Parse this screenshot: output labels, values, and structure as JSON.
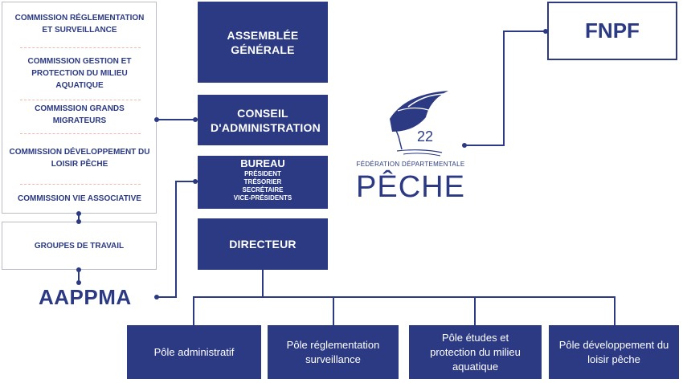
{
  "commissions": [
    "COMMISSION RÉGLEMENTATION ET SURVEILLANCE",
    "COMMISSION GESTION ET PROTECTION DU MILIEU AQUATIQUE",
    "COMMISSION GRANDS MIGRATEURS",
    "COMMISSION DÉVELOPPEMENT DU LOISIR PÊCHE",
    "COMMISSION VIE ASSOCIATIVE"
  ],
  "groupes": "GROUPES DE TRAVAIL",
  "aappma": "AAPPMA",
  "assemblee": "ASSEMBLÉE GÉNÉRALE",
  "conseil": "CONSEIL D'ADMINISTRATION",
  "bureau": {
    "title": "BUREAU",
    "members": [
      "PRÉSIDENT",
      "TRÉSORIER",
      "SECRÉTAIRE",
      "VICE-PRÉSIDENTS"
    ]
  },
  "directeur": "DIRECTEUR",
  "fnpf": "FNPF",
  "logo": {
    "number": "22",
    "subtitle": "FÉDÉRATION DÉPARTEMENTALE",
    "title": "PÊCHE"
  },
  "poles": [
    "Pôle administratif",
    "Pôle réglementation surveillance",
    "Pôle études et protection du milieu aquatique",
    "Pôle développement du loisir pêche"
  ],
  "colors": {
    "primary": "#2b3a83",
    "border": "#b9bcc5",
    "dash": "#f2b8b0"
  }
}
